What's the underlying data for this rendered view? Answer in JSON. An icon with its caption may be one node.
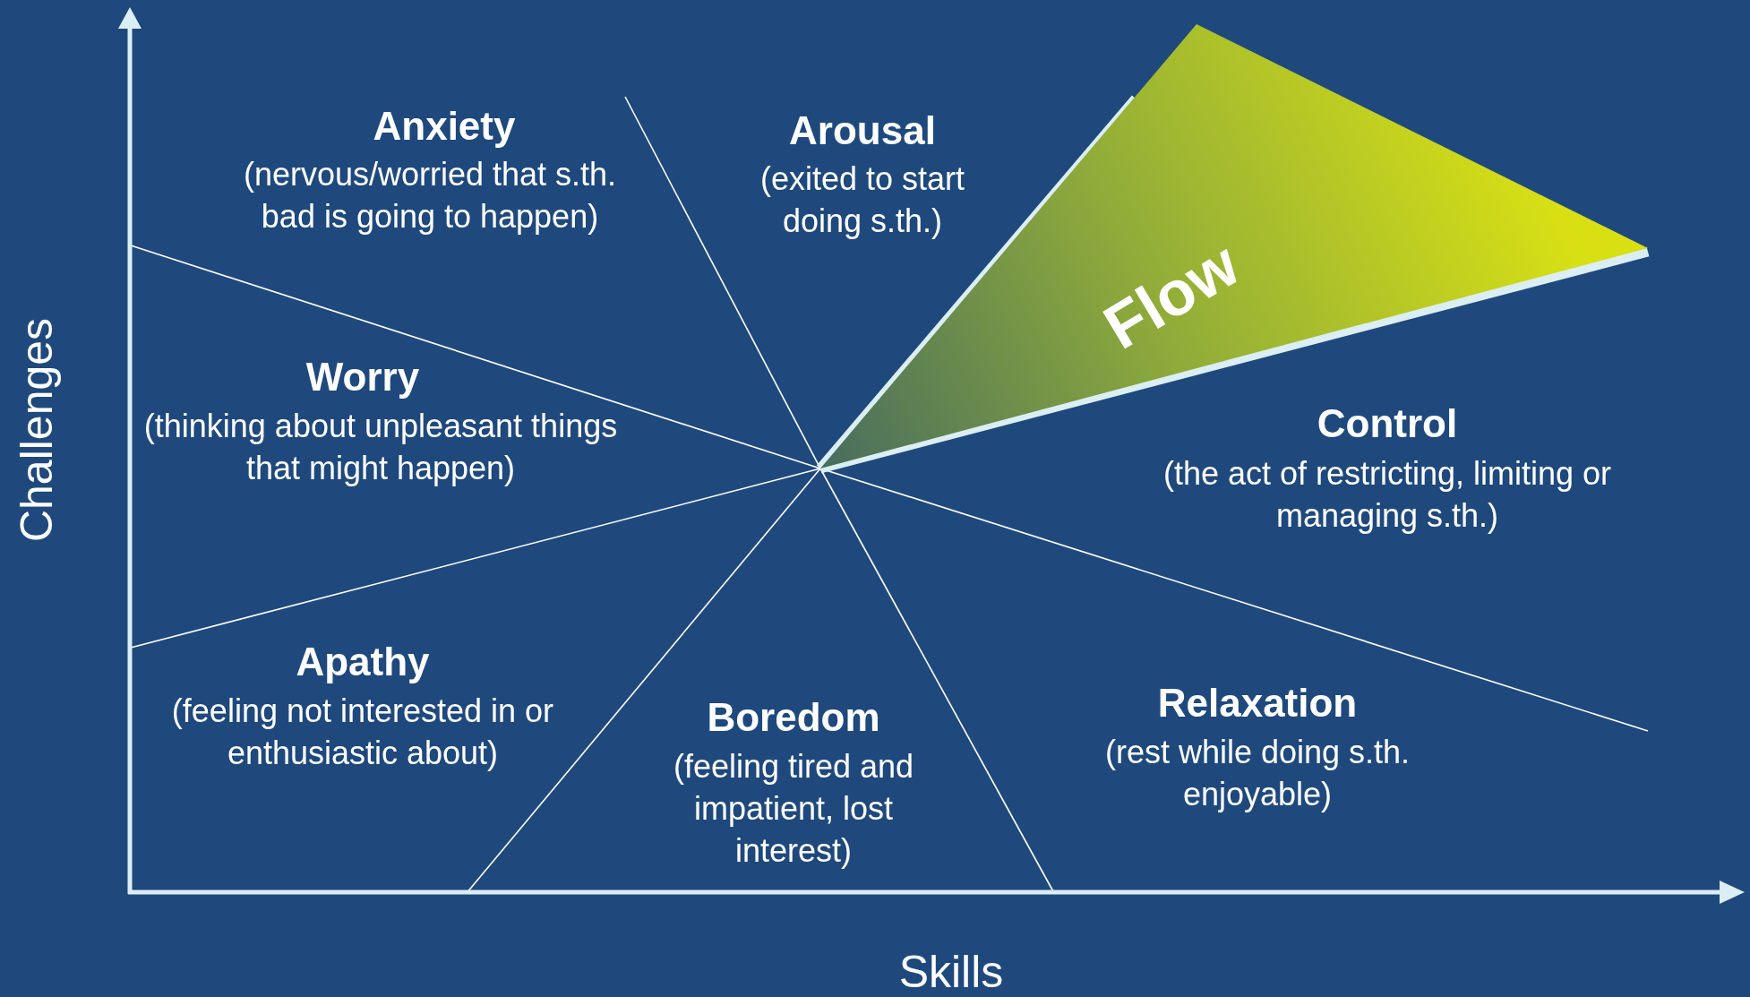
{
  "diagram": {
    "nodes": [
      {
        "text": [
          "Flow"
        ]
      }
    ],
    "labels": [
      "Anxiety",
      "(nervous/worried that s.th. bad is going to happen)",
      "Arousal",
      "(exited to start doing s.th.)",
      "Worry",
      "(thinking about unpleasant things that might happen)",
      "Control",
      "(the act of restricting, limiting or managing s.th.)",
      "Apathy",
      "(feeling not interested in or enthusiastic about)",
      "Boredom",
      "(feeling tired and impatient, lost interest)",
      "Relaxation",
      "(rest while doing s.th. enjoyable)",
      "Challenges",
      "Skills"
    ]
  }
}
